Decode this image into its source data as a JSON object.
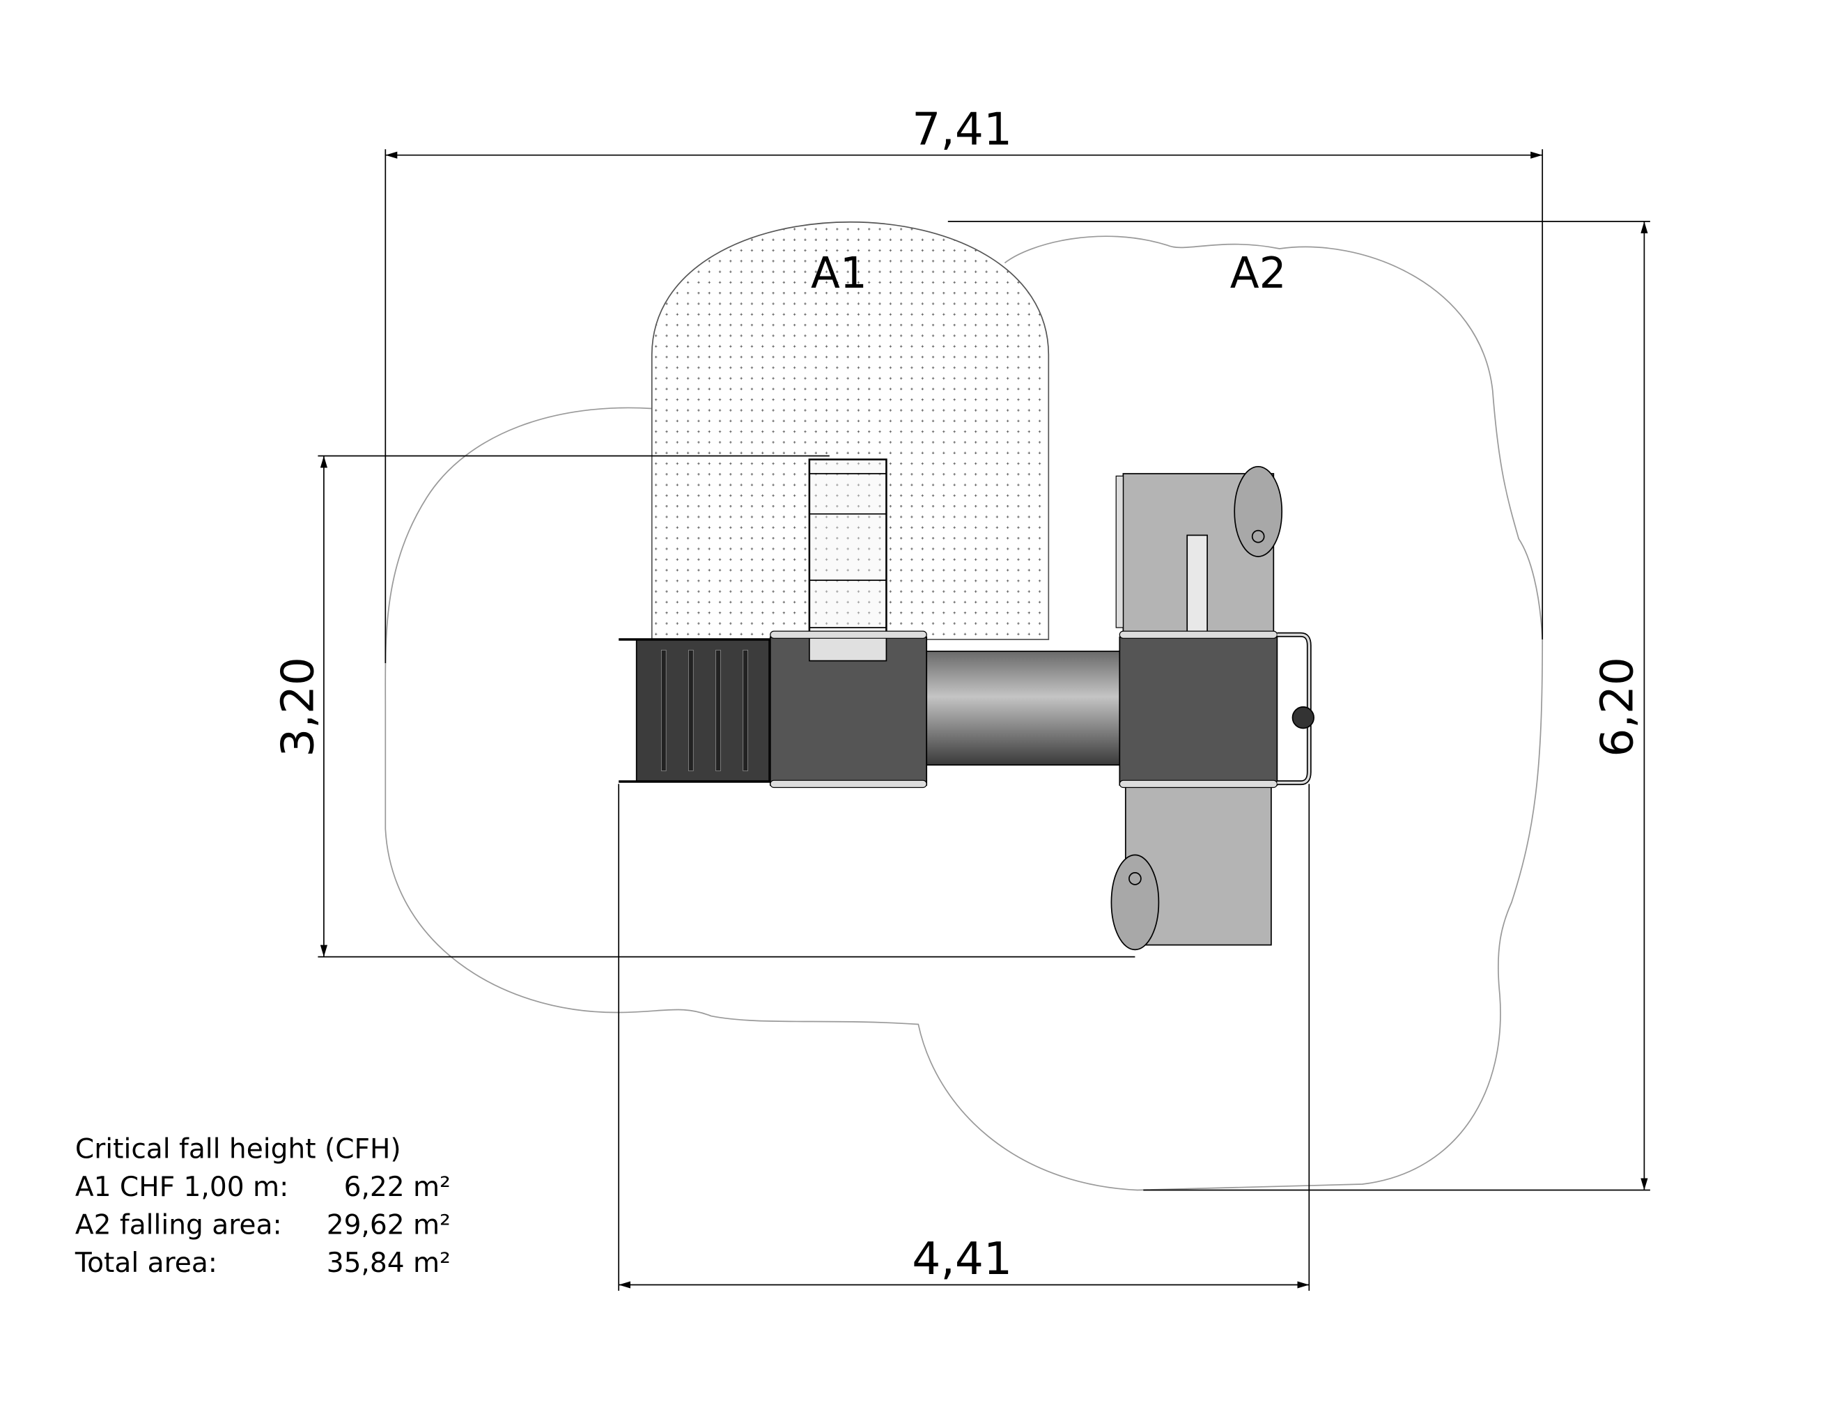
{
  "dimensions": {
    "overall_width": "7,41",
    "overall_depth": "6,20",
    "equipment_depth": "3,20",
    "lower_width": "4,41"
  },
  "areas": {
    "a1_label": "A1",
    "a2_label": "A2"
  },
  "legend": {
    "title": "Critical fall height (CFH)",
    "rows": [
      {
        "label": "A1  CHF 1,00 m:",
        "value": "6,22 m²"
      },
      {
        "label": "A2  falling area:",
        "value": "29,62 m²"
      },
      {
        "label": "Total area:",
        "value": "35,84 m²"
      }
    ]
  },
  "colors": {
    "platform": "#555555",
    "stairs": "#3c3c3c",
    "panel": "#b4b4b4",
    "outline": "#000000",
    "zone_line": "#999999"
  }
}
